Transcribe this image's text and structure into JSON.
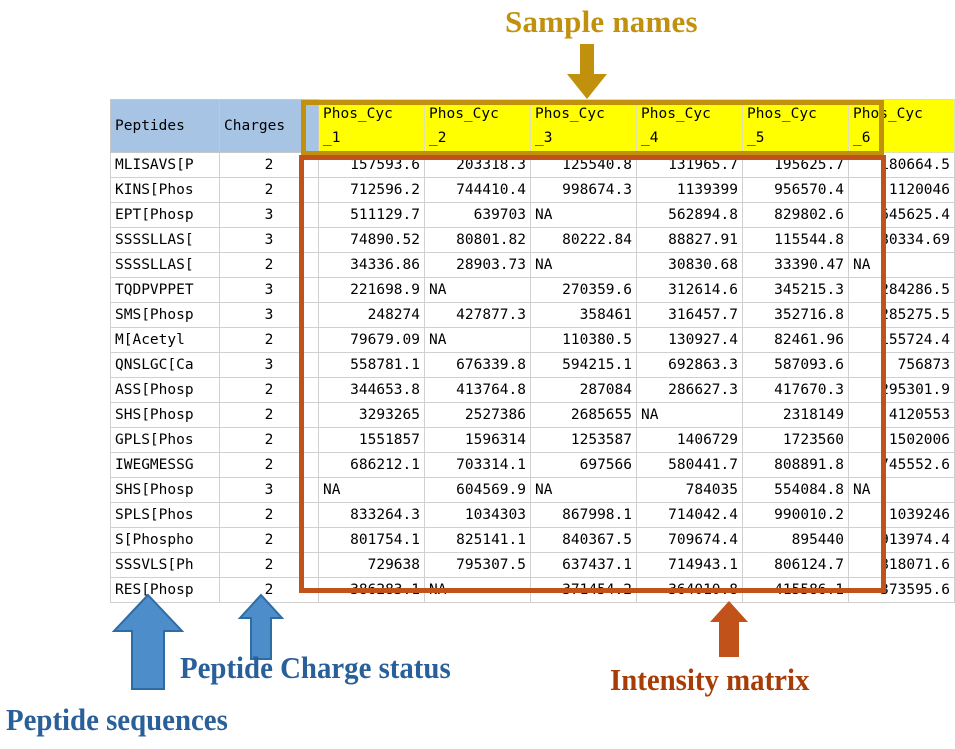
{
  "annotations": {
    "sample_names_title": "Sample names",
    "peptide_sequences_label": "Peptide sequences",
    "charge_status_label": "Peptide Charge status",
    "intensity_matrix_label": "Intensity matrix",
    "colors": {
      "sample_names": "#c1900c",
      "peptide_blue": "#2a6099",
      "intensity_orange": "#a83c06",
      "arrow_blue_fill": "#4d8dc9",
      "arrow_blue_stroke": "#2e6ca4",
      "arrow_gold": "#c1900c",
      "arrow_orange": "#c0521a",
      "header_blue": "#a8c4e4",
      "header_yellow": "#ffff00"
    }
  },
  "table": {
    "headers": {
      "peptides": "Peptides",
      "charges": "Charges",
      "samples": [
        "Phos_Cyc_1",
        "Phos_Cyc_2",
        "Phos_Cyc_3",
        "Phos_Cyc_4",
        "Phos_Cyc_5",
        "Phos_Cyc_6"
      ]
    },
    "rows": [
      {
        "peptide": "MLISAVS[P",
        "charge": "2",
        "values": [
          "157593.6",
          "203318.3",
          "125540.8",
          "131965.7",
          "195625.7",
          "180664.5"
        ]
      },
      {
        "peptide": "KINS[Phos",
        "charge": "2",
        "values": [
          "712596.2",
          "744410.4",
          "998674.3",
          "1139399",
          "956570.4",
          "1120046"
        ]
      },
      {
        "peptide": "EPT[Phosp",
        "charge": "3",
        "values": [
          "511129.7",
          "639703",
          "NA",
          "562894.8",
          "829802.6",
          "645625.4"
        ]
      },
      {
        "peptide": "SSSSLLAS[",
        "charge": "3",
        "values": [
          "74890.52",
          "80801.82",
          "80222.84",
          "88827.91",
          "115544.8",
          "80334.69"
        ]
      },
      {
        "peptide": "SSSSLLAS[",
        "charge": "2",
        "values": [
          "34336.86",
          "28903.73",
          "NA",
          "30830.68",
          "33390.47",
          "NA"
        ]
      },
      {
        "peptide": "TQDPVPPET",
        "charge": "3",
        "values": [
          "221698.9",
          "NA",
          "270359.6",
          "312614.6",
          "345215.3",
          "284286.5"
        ]
      },
      {
        "peptide": "SMS[Phosp",
        "charge": "3",
        "values": [
          "248274",
          "427877.3",
          "358461",
          "316457.7",
          "352716.8",
          "285275.5"
        ]
      },
      {
        "peptide": "M[Acetyl",
        "charge": "2",
        "values": [
          "79679.09",
          "NA",
          "110380.5",
          "130927.4",
          "82461.96",
          "155724.4"
        ]
      },
      {
        "peptide": "QNSLGC[Ca",
        "charge": "3",
        "values": [
          "558781.1",
          "676339.8",
          "594215.1",
          "692863.3",
          "587093.6",
          "756873"
        ]
      },
      {
        "peptide": "ASS[Phosp",
        "charge": "2",
        "values": [
          "344653.8",
          "413764.8",
          "287084",
          "286627.3",
          "417670.3",
          "295301.9"
        ]
      },
      {
        "peptide": "SHS[Phosp",
        "charge": "2",
        "values": [
          "3293265",
          "2527386",
          "2685655",
          "NA",
          "2318149",
          "4120553"
        ]
      },
      {
        "peptide": "GPLS[Phos",
        "charge": "2",
        "values": [
          "1551857",
          "1596314",
          "1253587",
          "1406729",
          "1723560",
          "1502006"
        ]
      },
      {
        "peptide": "IWEGMESSG",
        "charge": "2",
        "values": [
          "686212.1",
          "703314.1",
          "697566",
          "580441.7",
          "808891.8",
          "745552.6"
        ]
      },
      {
        "peptide": "SHS[Phosp",
        "charge": "3",
        "values": [
          "NA",
          "604569.9",
          "NA",
          "784035",
          "554084.8",
          "NA"
        ]
      },
      {
        "peptide": "SPLS[Phos",
        "charge": "2",
        "values": [
          "833264.3",
          "1034303",
          "867998.1",
          "714042.4",
          "990010.2",
          "1039246"
        ]
      },
      {
        "peptide": "S[Phospho",
        "charge": "2",
        "values": [
          "801754.1",
          "825141.1",
          "840367.5",
          "709674.4",
          "895440",
          "913974.4"
        ]
      },
      {
        "peptide": "SSSVLS[Ph",
        "charge": "2",
        "values": [
          "729638",
          "795307.5",
          "637437.1",
          "714943.1",
          "806124.7",
          "818071.6"
        ]
      },
      {
        "peptide": "RES[Phosp",
        "charge": "2",
        "values": [
          "386283.1",
          "NA",
          "371454.2",
          "364010.8",
          "415586.1",
          "373595.6"
        ]
      }
    ]
  }
}
